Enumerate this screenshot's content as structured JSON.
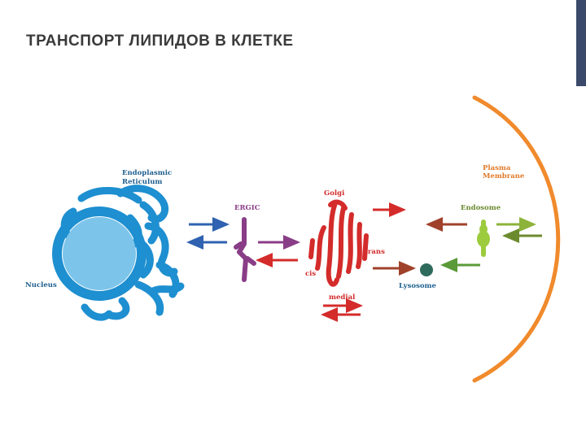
{
  "slide": {
    "title": "ТРАНСПОРТ ЛИПИДОВ В КЛЕТКЕ"
  },
  "diagram": {
    "labels": {
      "er_line1": "Endoplasmic",
      "er_line2": "Reticulum",
      "nucleus": "Nucleus",
      "ergic": "ERGIC",
      "golgi": "Golgi",
      "trans": "trans",
      "cis": "cis",
      "medial": "medial",
      "lysosome": "Lysosome",
      "endosome": "Endosome",
      "pm_line1": "Plasma",
      "pm_line2": "Membrane"
    },
    "colors": {
      "er": "#1e8fd0",
      "nucleus": "#7dc4ea",
      "ergic": "#8a3d87",
      "golgi": "#d42b2b",
      "lysosome": "#2f6b5c",
      "endosome": "#9ccb3e",
      "plasma_membrane": "#f08a2c",
      "title_text": "#3a3a3a",
      "label_text": "#1e5f8f",
      "accent_bar": "#3b4a6b"
    }
  }
}
